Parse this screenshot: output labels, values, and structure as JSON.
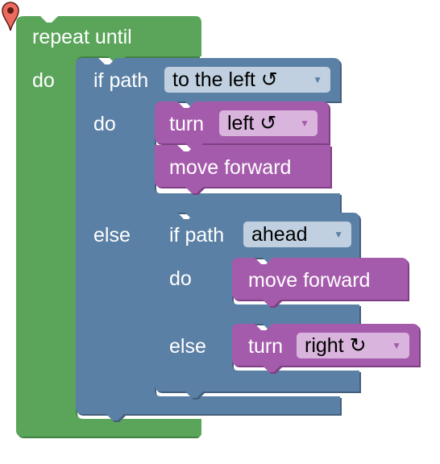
{
  "palette": {
    "loop_green": "#5ba55b",
    "loop_shadow": "#438143",
    "logic_blue": "#5b80a5",
    "logic_shadow": "#445f7c",
    "move_purple": "#a55bac",
    "move_shadow": "#7e3f83",
    "dropdown_logic": "#c0d0e0",
    "dropdown_move": "#d9b4dc",
    "pin_red": "#ec6b5e"
  },
  "workspace": {
    "repeat_block": {
      "label": "repeat until",
      "goal_icon": "map-pin-icon",
      "do_label": "do",
      "body": {
        "if_block": {
          "label": "if path",
          "dropdown": "to the left ↺",
          "do_label": "do",
          "do_blocks": {
            "turn": {
              "label": "turn",
              "dropdown": "left ↺"
            },
            "move": {
              "label": "move forward"
            }
          },
          "else_label": "else",
          "else_block": {
            "label": "if path",
            "dropdown": "ahead",
            "do_label": "do",
            "do_move": {
              "label": "move forward"
            },
            "else_label": "else",
            "else_turn": {
              "label": "turn",
              "dropdown": "right ↻"
            }
          }
        }
      }
    }
  }
}
